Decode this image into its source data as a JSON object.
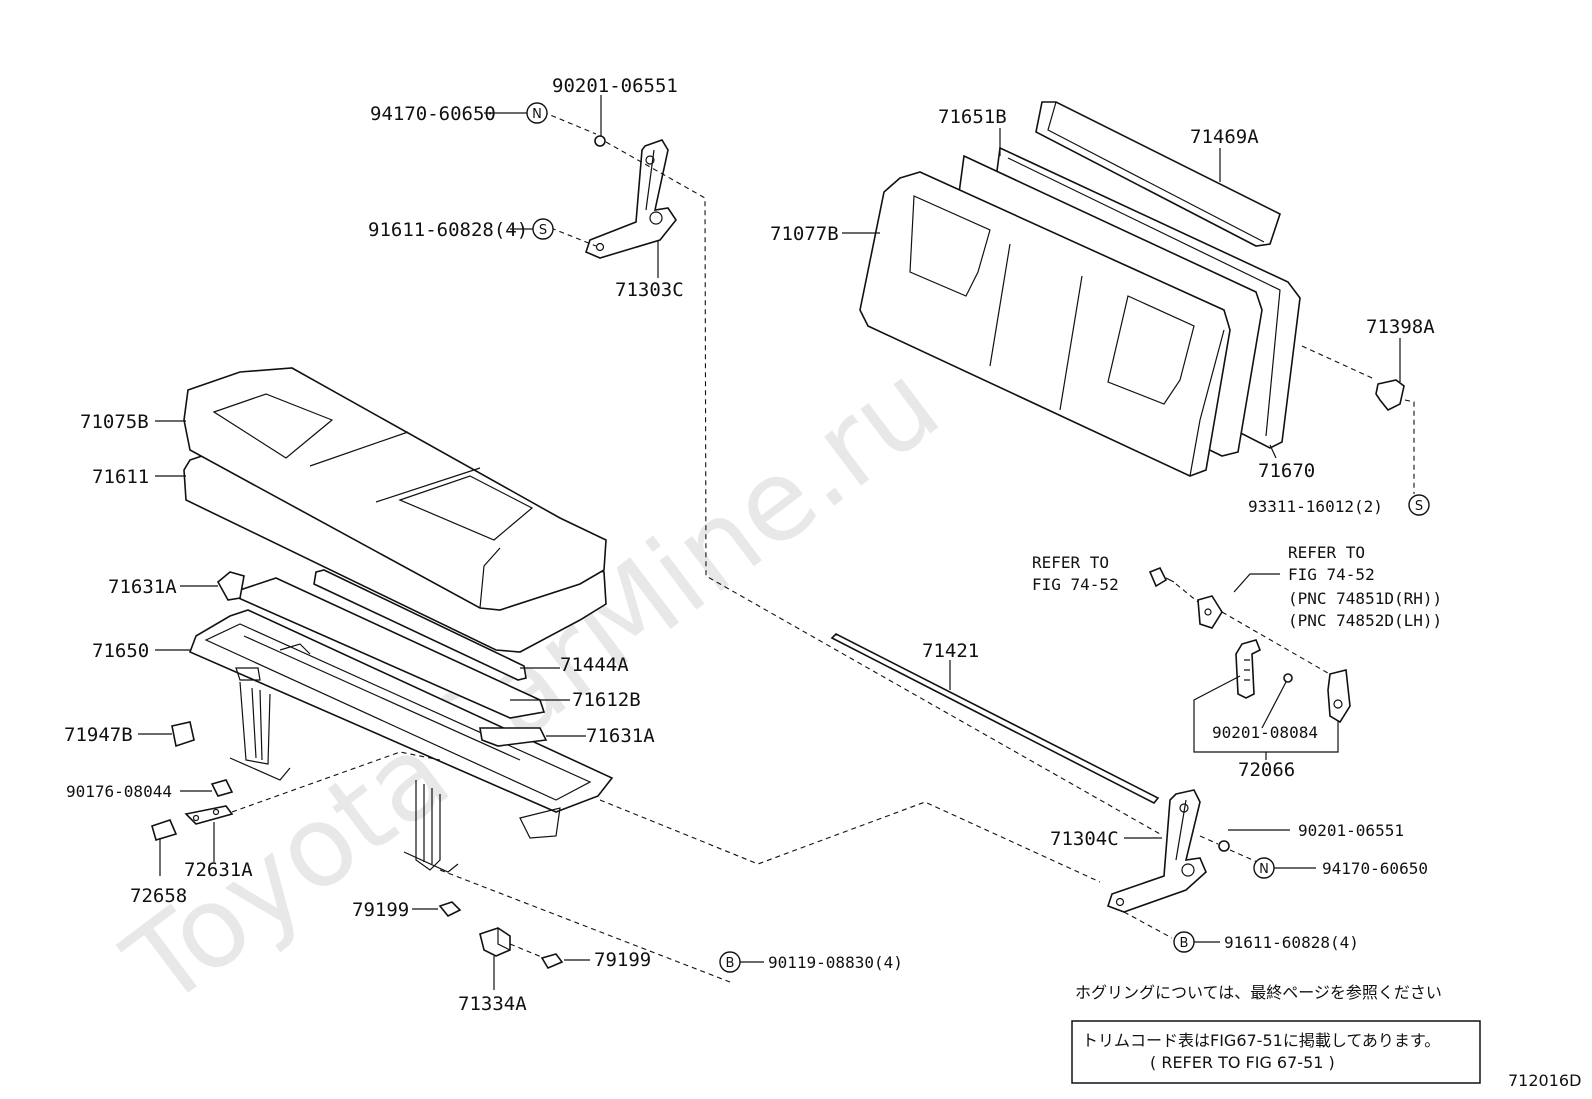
{
  "watermark": "ToyotaCarMine.ru",
  "figure_code": "712016D",
  "notes": {
    "hogging_note": "ホグリングについては、最終ページを参照ください",
    "trim_line1": "トリムコード表はFIG67-51に掲載してあります。",
    "trim_line2": "(    REFER TO FIG 67-51    )"
  },
  "refs": {
    "ref1_line1": "REFER TO",
    "ref1_line2": "FIG 74-52",
    "ref2_line1": "REFER TO",
    "ref2_line2": "FIG 74-52",
    "ref2_line3": "(PNC 74851D(RH))",
    "ref2_line4": "(PNC 74852D(LH))"
  },
  "symbols": {
    "N": "N",
    "S": "S",
    "B": "B"
  },
  "labels": {
    "p90201_06551_top": "90201-06551",
    "p94170_60650_top": "94170-60650",
    "p91611_60828_top": "91611-60828(4)",
    "p71303C": "71303C",
    "p71651B": "71651B",
    "p71469A": "71469A",
    "p71077B": "71077B",
    "p71398A": "71398A",
    "p71670": "71670",
    "p93311_16012": "93311-16012(2)",
    "p71075B": "71075B",
    "p71611": "71611",
    "p71631A_top": "71631A",
    "p71650": "71650",
    "p71444A": "71444A",
    "p71612B": "71612B",
    "p71631A_bot": "71631A",
    "p71947B": "71947B",
    "p90176_08044": "90176-08044",
    "p72631A": "72631A",
    "p72658": "72658",
    "p71421": "71421",
    "p90201_08084": "90201-08084",
    "p72066": "72066",
    "p71304C": "71304C",
    "p90201_06551_bot": "90201-06551",
    "p94170_60650_bot": "94170-60650",
    "p91611_60828_bot": "91611-60828(4)",
    "p79199_top": "79199",
    "p79199_bot": "79199",
    "p71334A": "71334A",
    "p90119_08830": "90119-08830(4)"
  }
}
